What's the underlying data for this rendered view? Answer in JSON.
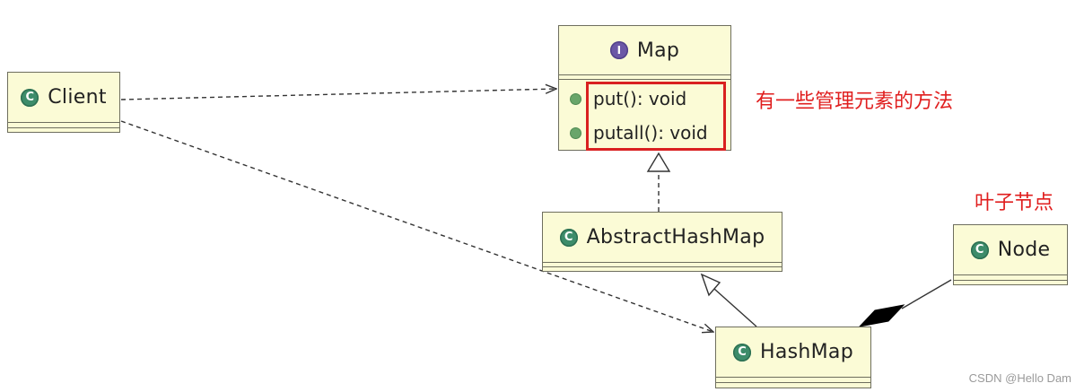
{
  "diagram": {
    "classes": {
      "client": {
        "name": "Client",
        "badge": "C"
      },
      "map": {
        "name": "Map",
        "badge": "I",
        "methods": [
          "put(): void",
          "putall(): void"
        ]
      },
      "abstract_hash_map": {
        "name": "AbstractHashMap",
        "badge": "C"
      },
      "hash_map": {
        "name": "HashMap",
        "badge": "C"
      },
      "node": {
        "name": "Node",
        "badge": "C"
      }
    },
    "annotations": {
      "map_methods": "有一些管理元素的方法",
      "leaf_node": "叶子节点"
    },
    "relations": [
      {
        "from": "Client",
        "to": "Map",
        "type": "dependency"
      },
      {
        "from": "Client",
        "to": "HashMap",
        "type": "dependency"
      },
      {
        "from": "AbstractHashMap",
        "to": "Map",
        "type": "realization"
      },
      {
        "from": "HashMap",
        "to": "AbstractHashMap",
        "type": "generalization"
      },
      {
        "from": "HashMap",
        "to": "Node",
        "type": "composition"
      }
    ],
    "colors": {
      "box_fill": "#fbfbd6",
      "box_border": "#6e6e5e",
      "annotation": "#e01e1e",
      "class_badge": "#3d8c6a",
      "interface_badge": "#6b57a6"
    }
  },
  "watermark": "CSDN @Hello Dam"
}
